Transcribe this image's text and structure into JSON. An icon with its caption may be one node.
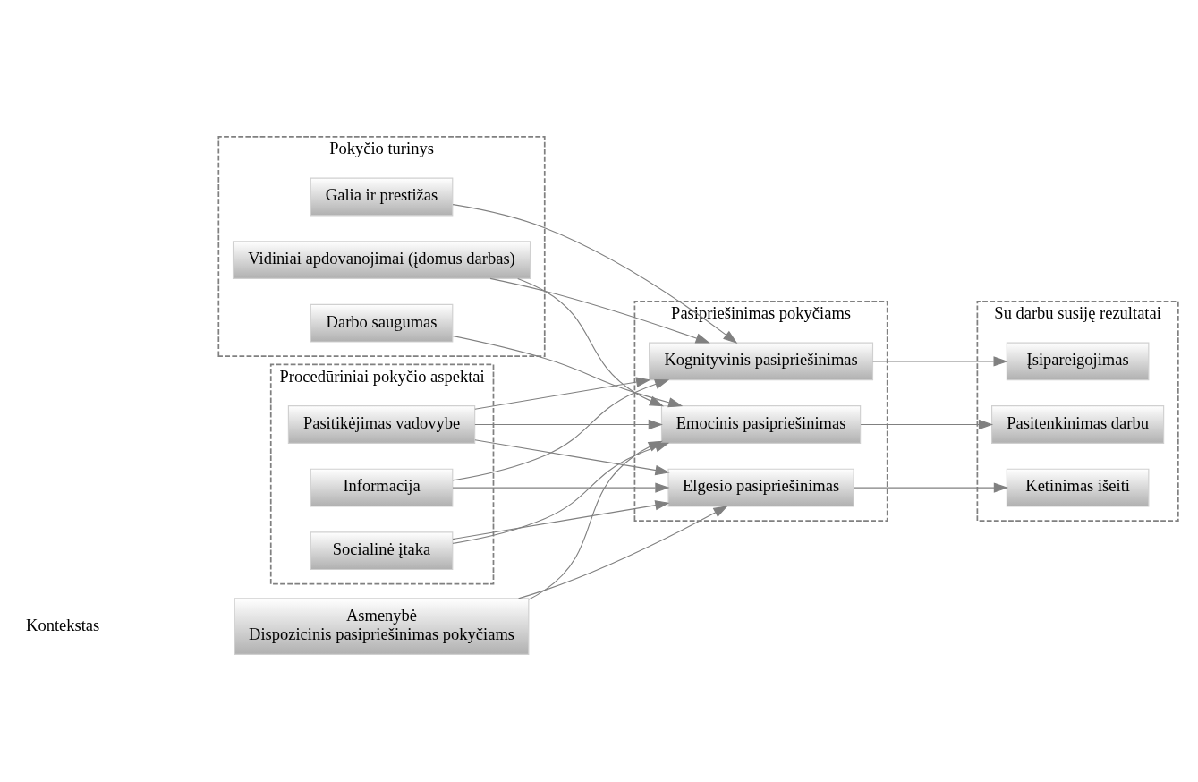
{
  "diagram": {
    "nodes": [
      {
        "text": [
          "Asmenybė",
          "Dispozicinis pasipriešinimas pokyčiams"
        ]
      },
      {
        "text": [
          "Pokyčio turinys"
        ]
      },
      {
        "text": [
          "Galia ir prestižas"
        ],
        "in": 1
      },
      {
        "text": [
          "Darbo saugumas"
        ],
        "in": 1
      },
      {
        "text": [
          "Vidiniai apdovanojimai (įdomus darbas)"
        ],
        "in": 1
      },
      {
        "text": [
          "Procedūriniai pokyčio aspektai"
        ]
      },
      {
        "text": [
          "Pasitikėjimas vadovybe"
        ],
        "in": 5
      },
      {
        "text": [
          "Informacija"
        ],
        "in": 5
      },
      {
        "text": [
          "Socialinė įtaka"
        ],
        "in": 5
      },
      {
        "text": [
          "Pasipriešinimas pokyčiams"
        ]
      },
      {
        "text": [
          "Emocinis pasipriešinimas"
        ],
        "in": 9
      },
      {
        "text": [
          "Elgesio pasipriešinimas"
        ],
        "in": 9
      },
      {
        "text": [
          "Kognityvinis pasipriešinimas"
        ],
        "in": 9
      },
      {
        "text": [
          "Su darbu susiję rezultatai"
        ]
      },
      {
        "text": [
          "Pasitenkinimas darbu"
        ],
        "in": 13
      },
      {
        "text": [
          "Ketinimas išeiti"
        ],
        "in": 13
      },
      {
        "text": [
          "Įsipareigojimas"
        ],
        "in": 13
      }
    ],
    "edges": [
      {
        "from": 0,
        "to": 10,
        "arrow": "to"
      },
      {
        "from": 0,
        "to": 11,
        "arrow": "to"
      },
      {
        "from": 2,
        "to": 12,
        "arrow": "to"
      },
      {
        "from": 3,
        "to": 10,
        "arrow": "to"
      },
      {
        "from": 4,
        "to": 10,
        "arrow": "to"
      },
      {
        "from": 4,
        "to": 12,
        "arrow": "to"
      },
      {
        "from": 6,
        "to": 10,
        "arrow": "to"
      },
      {
        "from": 6,
        "to": 11,
        "arrow": "to"
      },
      {
        "from": 6,
        "to": 12,
        "arrow": "to"
      },
      {
        "from": 7,
        "to": 11,
        "arrow": "to"
      },
      {
        "from": 7,
        "to": 12,
        "arrow": "to"
      },
      {
        "from": 8,
        "to": 10,
        "arrow": "to"
      },
      {
        "from": 8,
        "to": 11,
        "arrow": "to"
      },
      {
        "from": 10,
        "to": 14,
        "arrow": "to"
      },
      {
        "from": 11,
        "to": 15,
        "arrow": "to"
      },
      {
        "from": 12,
        "to": 16,
        "arrow": "to"
      }
    ],
    "labels": [
      "Kontekstas"
    ]
  }
}
